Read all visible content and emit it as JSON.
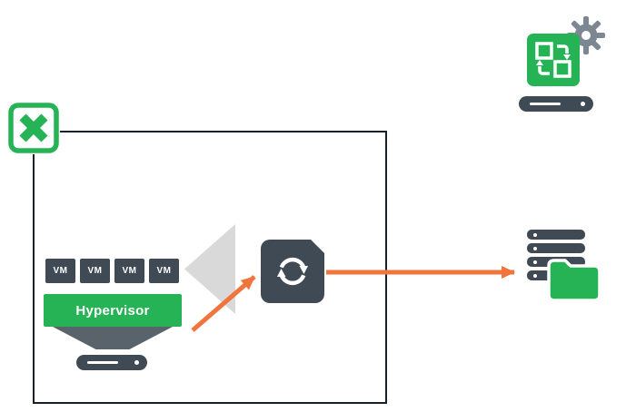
{
  "labels": {
    "vm_tiles": [
      "VM",
      "VM",
      "VM",
      "VM"
    ],
    "hypervisor": "Hypervisor"
  },
  "colors": {
    "brand_green": "#25b356",
    "slate_dark": "#3f4a54",
    "box_outline_navy": "#15222d",
    "arrow_orange": "#f0743c",
    "triangle_gray": "#d9d9d9",
    "stand_gray": "#59636c",
    "gear_gray": "#7d8791",
    "white": "#ffffff"
  },
  "icons": {
    "vm_file": "vm-file-icon",
    "appliance": "replication-appliance-icon",
    "gear": "gear-icon",
    "appliance_server": "server-icon",
    "hypervisor_server": "server-icon",
    "sync": "sync-arrows-icon",
    "flow": "flow-triangle",
    "disk_stack": "disk-stack-icon",
    "folder": "folder-icon",
    "arrow_diagonal": "arrow-to-sync",
    "arrow_horizontal": "arrow-to-storage"
  }
}
